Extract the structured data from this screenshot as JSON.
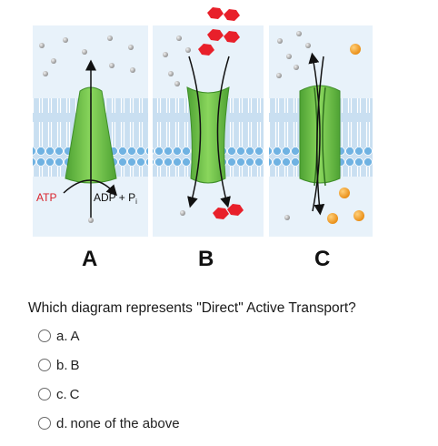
{
  "figure": {
    "panels": [
      {
        "letter": "A",
        "label_left": "ATP",
        "label_right": "ADP + P",
        "label_right_sub": "i"
      },
      {
        "letter": "B"
      },
      {
        "letter": "C"
      }
    ]
  },
  "question": {
    "text": "Which diagram represents \"Direct\" Active Transport?",
    "options": [
      {
        "letter": "a.",
        "text": "A"
      },
      {
        "letter": "b.",
        "text": "B"
      },
      {
        "letter": "c.",
        "text": "C"
      },
      {
        "letter": "d.",
        "text": "none of the above"
      }
    ]
  },
  "colors": {
    "membrane_bg": "#cfe3f3",
    "lipid_head": "#7fb8e4",
    "protein_green": "#74c84a",
    "protein_dark": "#3e8e28",
    "red_molecule": "#e8202a",
    "orange_molecule": "#f29a1c",
    "label_red": "#d9232c"
  }
}
